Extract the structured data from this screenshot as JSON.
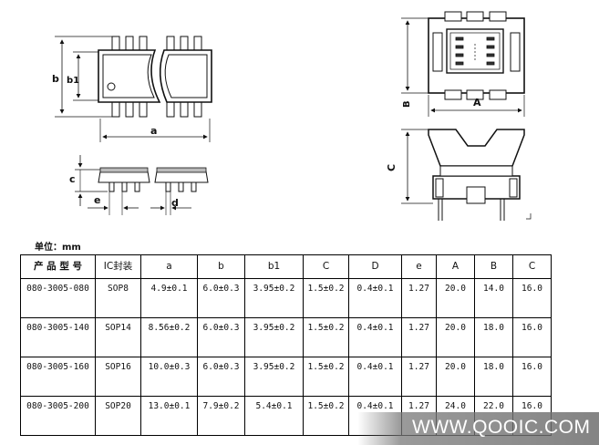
{
  "drawing": {
    "labels": {
      "a": "a",
      "b": "b",
      "b1": "b1",
      "c": "c",
      "d": "d",
      "e": "e",
      "A": "A",
      "B": "B",
      "C": "C"
    }
  },
  "unit_label": "单位：mm",
  "table": {
    "headers": [
      "产 品 型 号",
      "IC封装",
      "a",
      "b",
      "b1",
      "C",
      "D",
      "e",
      "A",
      "B",
      "C"
    ],
    "rows": [
      [
        "080-3005-080",
        "SOP8",
        "4.9±0.1",
        "6.0±0.3",
        "3.95±0.2",
        "1.5±0.2",
        "0.4±0.1",
        "1.27",
        "20.0",
        "14.0",
        "16.0"
      ],
      [
        "080-3005-140",
        "SOP14",
        "8.56±0.2",
        "6.0±0.3",
        "3.95±0.2",
        "1.5±0.2",
        "0.4±0.1",
        "1.27",
        "20.0",
        "18.0",
        "16.0"
      ],
      [
        "080-3005-160",
        "SOP16",
        "10.0±0.3",
        "6.0±0.3",
        "3.95±0.2",
        "1.5±0.2",
        "0.4±0.1",
        "1.27",
        "20.0",
        "18.0",
        "16.0"
      ],
      [
        "080-3005-200",
        "SOP20",
        "13.0±0.1",
        "7.9±0.2",
        "5.4±0.1",
        "1.5±0.2",
        "0.4±0.1",
        "1.27",
        "24.0",
        "22.0",
        "16.0"
      ]
    ]
  },
  "watermark": "WWW.QOOIC.COM"
}
